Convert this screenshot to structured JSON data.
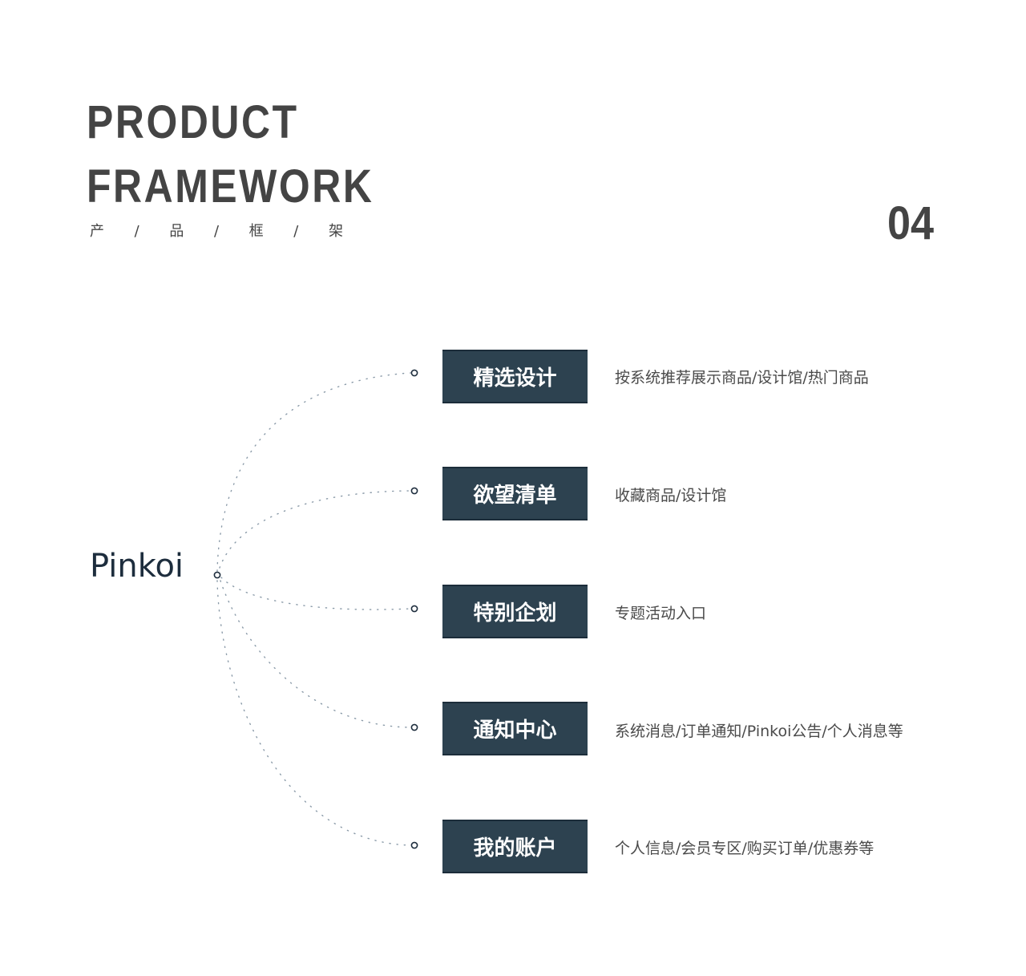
{
  "header": {
    "title_line_1": "PRODUCT",
    "title_line_2": "FRAMEWORK",
    "subtitle_chars": [
      "产",
      "/",
      "品",
      "/",
      "框",
      "/",
      "架"
    ],
    "page_number": "04"
  },
  "diagram": {
    "root": {
      "label": "Pinkoi"
    },
    "colors": {
      "box_fill": "#2d4250",
      "box_text": "#ffffff",
      "root_text": "#1d2d3d",
      "connector_dots": "#8a9aa8",
      "node_ring": "#1d2d3d",
      "heading_text": "#444444",
      "desc_text": "#4a4a4a"
    },
    "branches": [
      {
        "label": "精选设计",
        "description": "按系统推荐展示商品/设计馆/热门商品"
      },
      {
        "label": "欲望清单",
        "description": "收藏商品/设计馆"
      },
      {
        "label": "特别企划",
        "description": "专题活动入口"
      },
      {
        "label": "通知中心",
        "description": "系统消息/订单通知/Pinkoi公告/个人消息等"
      },
      {
        "label": "我的账户",
        "description": "个人信息/会员专区/购买订单/优惠券等"
      }
    ]
  }
}
